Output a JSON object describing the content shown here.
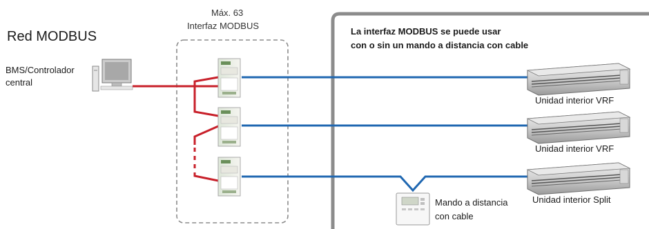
{
  "network": {
    "title": "Red MODBUS",
    "bms_label_line1": "BMS/Controlador",
    "bms_label_line2": "central"
  },
  "interface_group": {
    "max_label": "Máx. 63",
    "name_label": "Interfaz MODBUS"
  },
  "panel": {
    "note_line1": "La interfaz MODBUS se puede usar",
    "note_line2": "con o sin un mando a distancia con cable"
  },
  "indoor_units": [
    {
      "label": "Unidad interior VRF"
    },
    {
      "label": "Unidad interior VRF"
    },
    {
      "label": "Unidad interior Split"
    }
  ],
  "remote": {
    "label_line1": "Mando a distancia",
    "label_line2": "con cable"
  },
  "colors": {
    "modbus_line": "#c8202a",
    "unit_line": "#1f67b1",
    "panel_border": "#8c8c8c",
    "dashed_border": "#8c8c8c"
  },
  "icons": {
    "computer": "computer-icon",
    "interface": "modbus-interface-icon",
    "indoor_unit": "ducted-indoor-unit-icon",
    "remote": "wired-remote-icon"
  }
}
